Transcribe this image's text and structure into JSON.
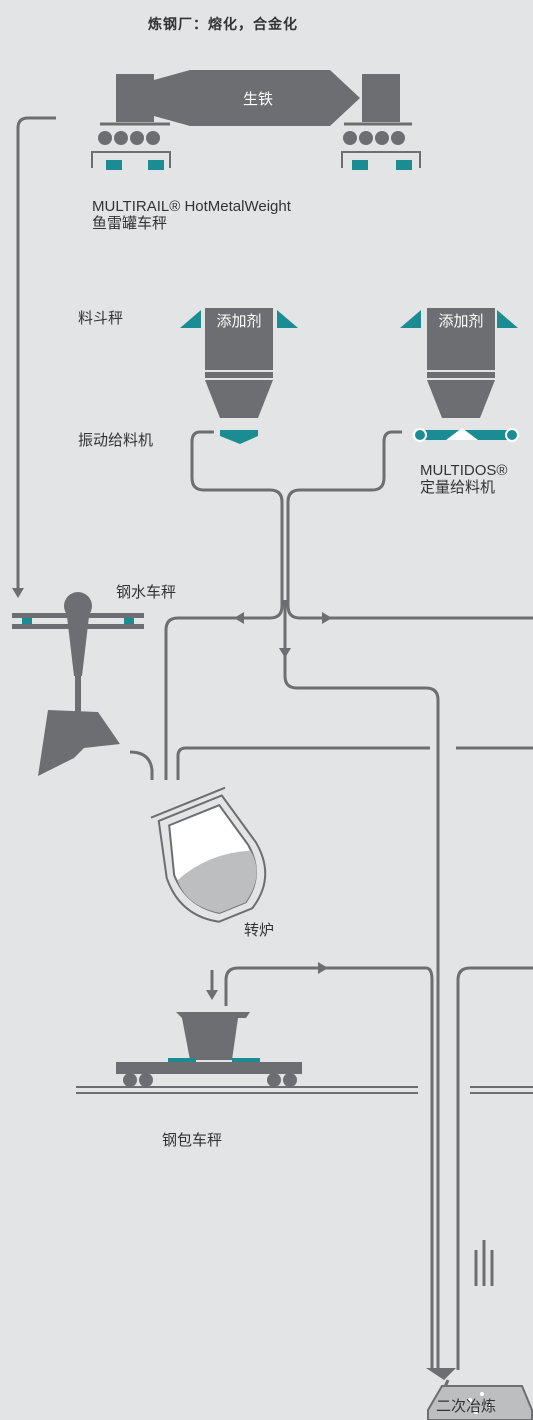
{
  "title": "炼钢厂：熔化，合金化",
  "labels": {
    "pig_iron": "生铁",
    "torpedo_product": "MULTIRAIL® HotMetalWeight",
    "torpedo_desc": "鱼雷罐车秤",
    "hopper_scale": "料斗秤",
    "additive_1": "添加剂",
    "additive_2": "添加剂",
    "vibratory_feeder": "振动给料机",
    "multidos_product": "MULTIDOS®",
    "multidos_desc": "定量给料机",
    "hot_metal_scale": "钢水车秤",
    "converter": "转炉",
    "ladle_scale": "钢包车秤",
    "secondary": "二次冶炼"
  },
  "colors": {
    "background": "#e3e4e5",
    "machine_gray": "#6d6e71",
    "pipe_gray": "#6d6e71",
    "teal": "#1b8c91",
    "light_gray": "#bcbec0",
    "white": "#ffffff"
  }
}
